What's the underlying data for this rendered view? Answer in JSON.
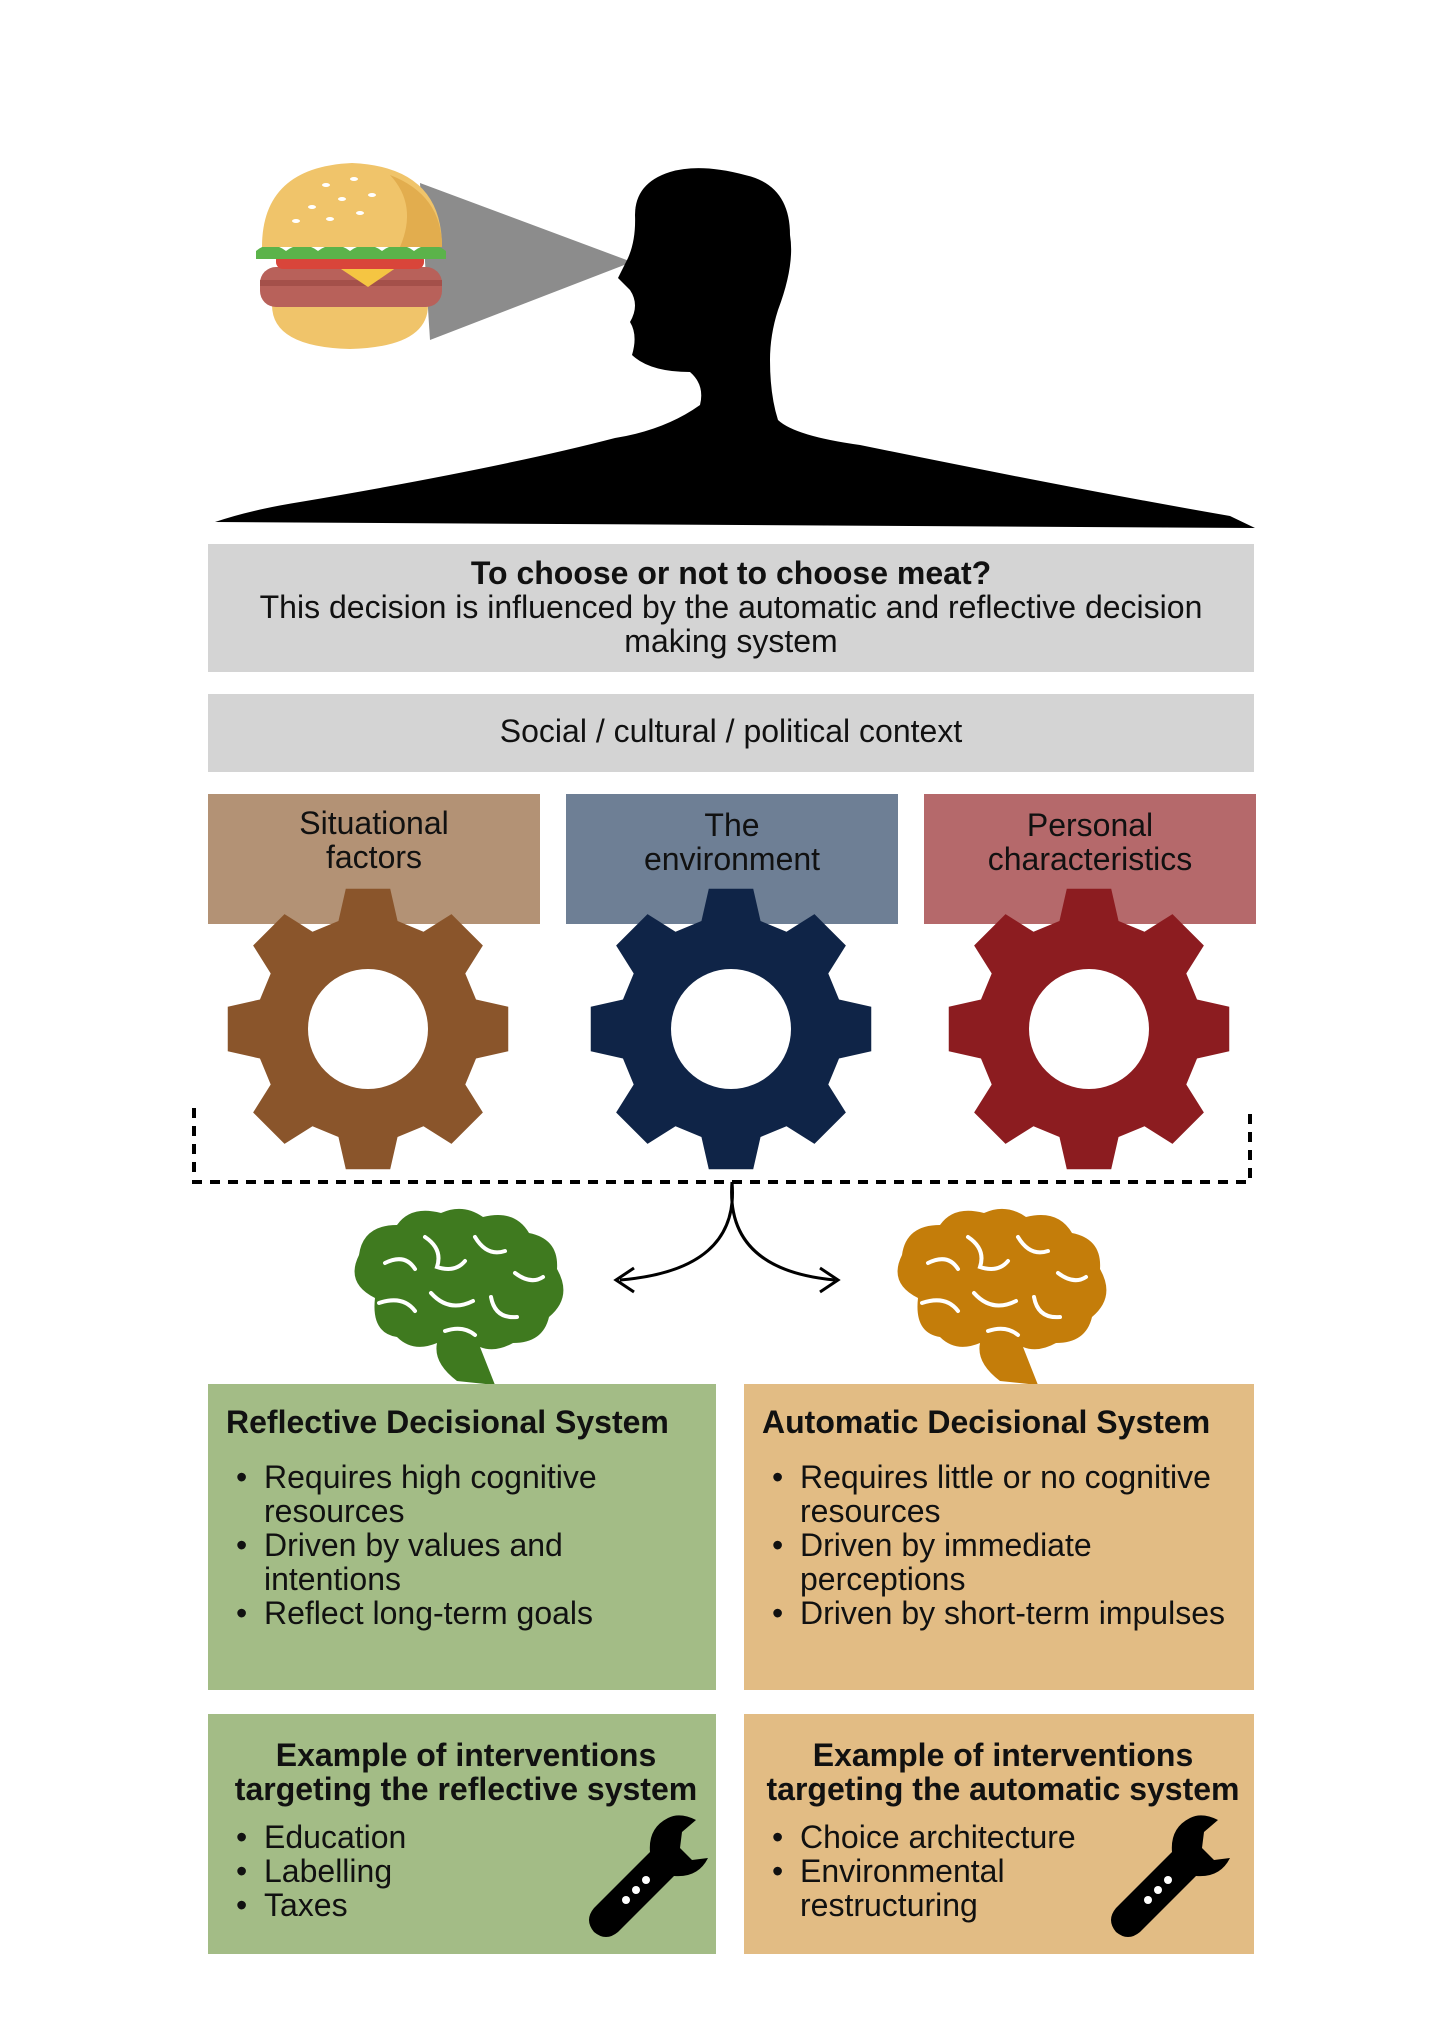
{
  "question": {
    "title": "To choose or not to choose meat?",
    "subtitle": "This decision is influenced by the automatic and reflective decision making system"
  },
  "context": {
    "label": "Social / cultural / political context"
  },
  "factors": [
    {
      "label": "Situational factors",
      "box_color": "#b39275",
      "gear_color": "#8a552b"
    },
    {
      "label": "The environment",
      "box_color": "#6e7f95",
      "gear_color": "#0f2447"
    },
    {
      "label": "Personal characteristics",
      "box_color": "#b5696b",
      "gear_color": "#8c1c20"
    }
  ],
  "reflective": {
    "color": "#a3bc86",
    "brain_color": "#3f7a1f",
    "title": "Reflective Decisional System",
    "bullets": [
      "Requires high cognitive resources",
      "Driven by values and intentions",
      "Reflect long-term goals"
    ],
    "interventions_title": "Example of interventions targeting the reflective system",
    "interventions": [
      "Education",
      "Labelling",
      "Taxes"
    ]
  },
  "automatic": {
    "color": "#e2bc84",
    "brain_color": "#c47d0a",
    "title": "Automatic Decisional System",
    "bullets": [
      "Requires little or no cognitive resources",
      "Driven by immediate perceptions",
      "Driven by short-term impulses"
    ],
    "interventions_title": "Example of interventions targeting the automatic system",
    "interventions": [
      "Choice architecture",
      "Environmental restructuring"
    ]
  },
  "icons": {
    "burger": "burger-icon",
    "head": "person-silhouette-icon",
    "gear": "gear-icon",
    "brain": "brain-icon",
    "wrench": "wrench-icon"
  }
}
